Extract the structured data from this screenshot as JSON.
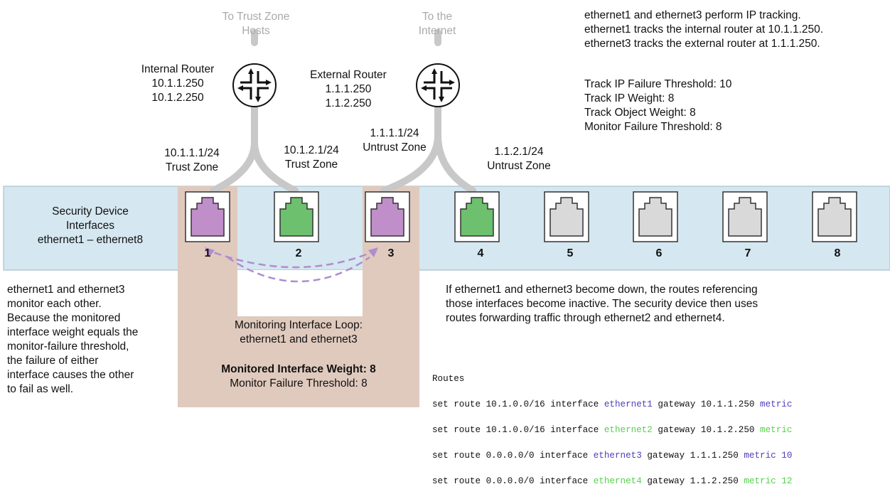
{
  "labels": {
    "trust_hosts_top": "To Trust Zone",
    "trust_hosts_bottom": "Hosts",
    "internet_top": "To the",
    "internet_bottom": "Internet",
    "internal_router": [
      "Internal Router",
      "10.1.1.250",
      "10.1.2.250"
    ],
    "external_router": [
      "External Router",
      "1.1.1.250",
      "1.1.2.250"
    ],
    "if1": [
      "10.1.1.1/24",
      "Trust Zone"
    ],
    "if2": [
      "10.1.2.1/24",
      "Trust Zone"
    ],
    "if3": [
      "1.1.1.1/24",
      "Untrust Zone"
    ],
    "if4": [
      "1.1.2.1/24",
      "Untrust Zone"
    ],
    "device": [
      "Security Device",
      "Interfaces",
      "ethernet1 – ethernet8"
    ]
  },
  "tracking": [
    "ethernet1 and ethernet3 perform IP tracking.",
    "ethernet1 tracks the internal router at 10.1.1.250.",
    "ethernet3 tracks the external router at 1.1.1.250."
  ],
  "thresholds": [
    "Track IP Failure Threshold: 10",
    "Track IP Weight: 8",
    "Track Object Weight: 8",
    "Monitor Failure Threshold: 8"
  ],
  "ports": [
    "1",
    "2",
    "3",
    "4",
    "5",
    "6",
    "7",
    "8"
  ],
  "loop": {
    "title": [
      "Monitoring Interface Loop:",
      "ethernet1 and ethernet3"
    ],
    "weight": "Monitored Interface Weight: 8",
    "threshold": "Monitor Failure Threshold: 8"
  },
  "left_note": [
    "ethernet1 and ethernet3",
    "monitor each other.",
    "Because the monitored",
    "interface weight equals the",
    "monitor-failure threshold,",
    "the failure of either",
    "interface causes the other",
    "to fail as well."
  ],
  "down_note": [
    "If ethernet1 and ethernet3 become down, the routes referencing",
    "those interfaces become inactive. The security device then uses",
    "routes forwarding traffic through ethernet2 and ethernet4."
  ],
  "routes": {
    "header": "Routes",
    "lines": [
      {
        "a": "set route 10.1.0.0/16 interface ",
        "ifc": "ethernet1",
        "b": " gateway 10.1.1.250 ",
        "metric": "metric",
        "ifc_color": "purple"
      },
      {
        "a": "set route 10.1.0.0/16 interface ",
        "ifc": "ethernet2",
        "b": " gateway 10.1.2.250 ",
        "metric": "metric",
        "ifc_color": "green"
      },
      {
        "a": "set route 0.0.0.0/0 interface ",
        "ifc": "ethernet3",
        "b": " gateway 1.1.1.250 ",
        "metric": "metric 10",
        "ifc_color": "purple"
      },
      {
        "a": "set route 0.0.0.0/0 interface ",
        "ifc": "ethernet4",
        "b": " gateway 1.1.2.250 ",
        "metric": "metric 12",
        "ifc_color": "green"
      }
    ]
  },
  "colors": {
    "purple": "#c08ec8",
    "green": "#6dc06d",
    "gray_port": "#d9d9d9",
    "bar": "#d5e7f0",
    "loop_bg": "#e0cabe"
  }
}
